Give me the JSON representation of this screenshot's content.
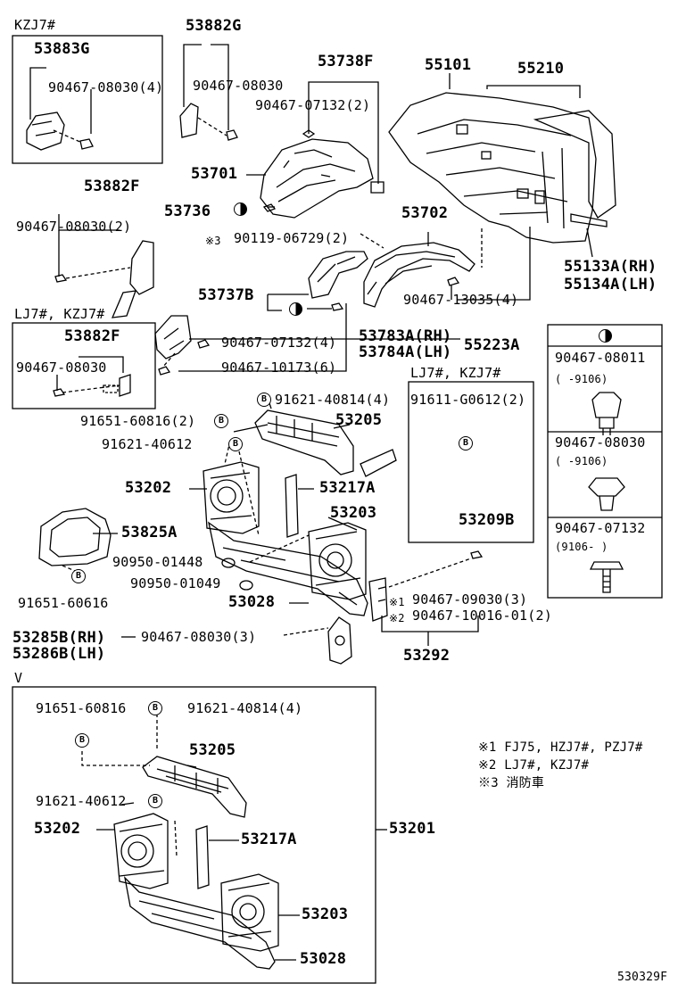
{
  "boxes": {
    "kzj7": {
      "title": "KZJ7#",
      "part": "53883G",
      "clip": "90467-08030(4)"
    },
    "lj7_kzj7_left": {
      "title": "LJ7#, KZJ7#",
      "part": "53882F",
      "clip": "90467-08030"
    },
    "lj7_kzj7_right": {
      "title": "LJ7#, KZJ7#",
      "part_top": "91611-G0612(2)",
      "part": "53209B"
    },
    "v_box": {
      "title": "V"
    }
  },
  "labels": {
    "p53882G": "53882G",
    "p53882G_clip": "90467-08030",
    "p53738F": "53738F",
    "p53738F_clip": "90467-07132(2)",
    "p53701": "53701",
    "p53736": "53736",
    "p90119": "90119-06729(2)",
    "p53882F": "53882F",
    "p53882F_clip": "90467-08030(2)",
    "p55101": "55101",
    "p55210": "55210",
    "p53702": "53702",
    "p55133A": "55133A(RH)",
    "p55134A": "55134A(LH)",
    "p53737B": "53737B",
    "p90467_13035": "90467-13035(4)",
    "p53783A": "53783A(RH)",
    "p53784A": "53784A(LH)",
    "p55223A": "55223A",
    "p90467_07132_4": "90467-07132(4)",
    "p90467_10173": "90467-10173(6)",
    "p91621_40814_4": "91621-40814(4)",
    "p91651_60816_2": "91651-60816(2)",
    "p53205": "53205",
    "p91621_40612": "91621-40612",
    "p53202": "53202",
    "p53217A": "53217A",
    "p53203": "53203",
    "p53825A": "53825A",
    "p90950_01448": "90950-01448",
    "p90950_01049": "90950-01049",
    "p91651_60616": "91651-60616",
    "p53028": "53028",
    "p90467_09030": "90467-09030(3)",
    "p90467_10016": "90467-10016-01(2)",
    "p53285B": "53285B(RH)",
    "p53286B": "53286B(LH)",
    "p90467_08030_3": "90467-08030(3)",
    "p53292": "53292",
    "v_91651": "91651-60816",
    "v_91621_40814": "91621-40814(4)",
    "v_53205": "53205",
    "v_91621_40612": "91621-40612",
    "v_53202": "53202",
    "v_53217A": "53217A",
    "v_53203": "53203",
    "v_53028": "53028",
    "v_53201": "53201",
    "mark_b": "B",
    "mark_star1": "※1",
    "mark_star2": "※2",
    "mark_star3": "※3",
    "diagram_code": "530329F"
  },
  "legend": {
    "title_icon": "half-filled-circle-icon",
    "rows": [
      {
        "part": "90467-08011",
        "range": "(    -9106)"
      },
      {
        "part": "90467-08030",
        "range": "(    -9106)"
      },
      {
        "part": "90467-07132",
        "range": "(9106-     )"
      }
    ]
  },
  "notes": [
    "※1 FJ75, HZJ7#, PZJ7#",
    "※2 LJ7#, KZJ7#",
    "※3 消防車"
  ]
}
